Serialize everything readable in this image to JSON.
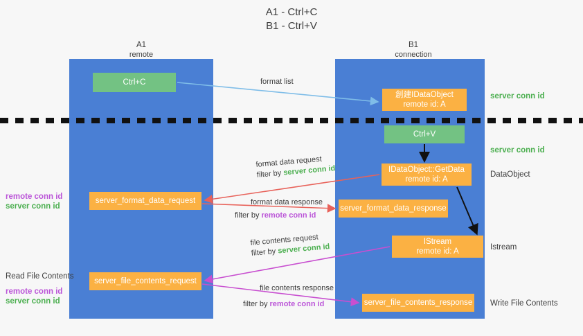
{
  "title": {
    "line1": "A1 - Ctrl+C",
    "line2": "B1 - Ctrl+V"
  },
  "columns": [
    {
      "name": "A1",
      "sub": "remote"
    },
    {
      "name": "B1",
      "sub": "connection"
    }
  ],
  "nodes": {
    "ctrl_c": {
      "label": "Ctrl+C",
      "color": "#73c283"
    },
    "idataobject": {
      "line1": "創建IDataObject",
      "line2": "remote id: A",
      "color": "#fbb143"
    },
    "ctrl_v": {
      "label": "Ctrl+V",
      "color": "#73c283"
    },
    "getdata": {
      "line1": "IDataObject::GetData",
      "line2": "remote id: A",
      "color": "#fbb143"
    },
    "istream": {
      "line1": "IStream",
      "line2": "remote id: A",
      "color": "#fbb143"
    },
    "server_format_data_request": {
      "label": "server_format_data_request"
    },
    "server_format_data_response": {
      "label": "server_format_data_response"
    },
    "server_file_contents_request": {
      "label": "server_file_contents_request"
    },
    "server_file_contents_response": {
      "label": "server_file_contents_response"
    }
  },
  "annotations": {
    "server_conn_id_top": "server conn id",
    "server_conn_id_mid": "server conn id",
    "data_object": "DataObject",
    "istream": "Istream",
    "write_file_contents": "Write File Contents",
    "read_file_contents": "Read File Contents",
    "remote_conn_id": "remote conn id",
    "server_conn_id": "server conn id"
  },
  "edges": {
    "format_list": "format list",
    "format_data_request": "format data request",
    "filter_by": "filter by",
    "server_conn_id": "server conn id",
    "remote_conn_id": "remote conn id",
    "format_data_response": "format data response",
    "file_contents_request": "file contents request",
    "file_contents_response": "file contents response"
  },
  "colors": {
    "lane": "#4a7fd4",
    "green_node": "#73c283",
    "orange_node": "#fbb143",
    "green_text": "#4caf50",
    "purple_text": "#bb55d8",
    "arrow_blue": "#7fbde8",
    "arrow_red": "#e8625a",
    "arrow_magenta": "#c84fd0",
    "arrow_black": "#111111"
  }
}
